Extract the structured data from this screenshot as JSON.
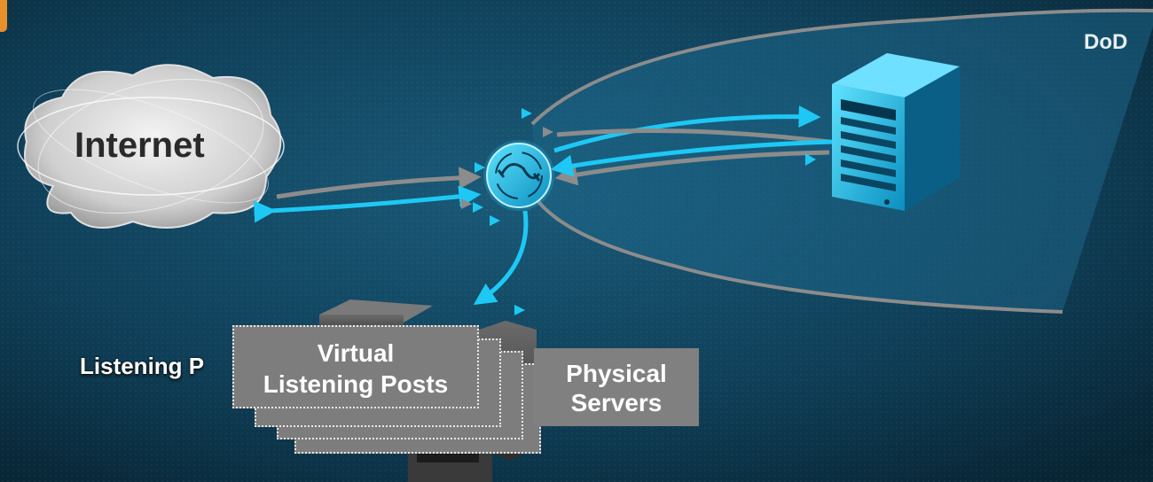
{
  "diagram": {
    "nodes": {
      "internet": {
        "label": "Internet",
        "icon": "cloud-icon"
      },
      "dod": {
        "label": "DoD"
      },
      "router": {
        "icon": "router-icon"
      },
      "server": {
        "icon": "server-icon"
      },
      "listening_posts": {
        "label": "Listening P"
      },
      "virtual_posts": {
        "label_line1": "Virtual",
        "label_line2": "Listening Posts"
      },
      "physical_servers": {
        "label_line1": "Physical",
        "label_line2": "Servers"
      }
    },
    "colors": {
      "background": "#0d3b52",
      "accent": "#1ec8f5",
      "gray_line": "#8c8c8c",
      "card": "#7d7d7d"
    }
  }
}
